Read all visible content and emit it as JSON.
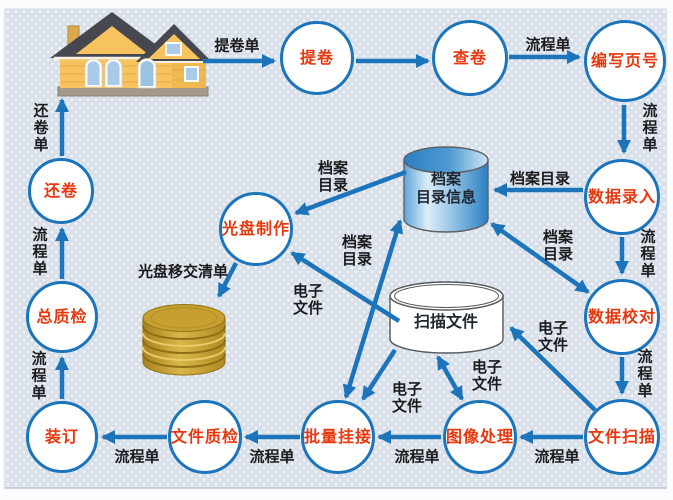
{
  "palette": {
    "panel_bg": "#d9e0e9",
    "dot": "#f3f6fa",
    "line_blue": "#1c75bb",
    "node_text_red": "#e8380f",
    "label_black": "#1b1b1d",
    "catalog_cyl_dark": "#2e85c7",
    "catalog_cyl_light": "#eaf4fb",
    "scanfile_cyl": "#ffffff",
    "cd_gold": "#c79f30",
    "house_wall": "#f7c35e",
    "house_roof": "#47484f"
  },
  "nodes": {
    "tijuan": {
      "label": "提卷"
    },
    "chajuan": {
      "label": "查卷"
    },
    "bianxieyehao": {
      "label": "编写页号"
    },
    "shujuluru": {
      "label": "数据录入"
    },
    "shujujiaodui": {
      "label": "数据校对"
    },
    "wenjiansaomiao": {
      "label": "文件扫描"
    },
    "tuxiangchuli": {
      "label": "图像处理"
    },
    "piliangguajie": {
      "label": "批量挂接"
    },
    "wenjianzhijian": {
      "label": "文件质检"
    },
    "zhuangding": {
      "label": "装订"
    },
    "zongzhijian": {
      "label": "总质检"
    },
    "huanjuan": {
      "label": "还卷"
    },
    "guangpanzhizuo": {
      "label": "光盘制作"
    }
  },
  "stores": {
    "catalog_db": {
      "line1": "档案",
      "line2": "目录信息"
    },
    "scan_files": {
      "label": "扫描文件"
    }
  },
  "edge_labels": {
    "house_tijuan": "提卷单",
    "chajuan_bianxie": "流程单",
    "bianxie_luru": "流程单",
    "luru_catalog": "档案目录",
    "luru_jiaodui": "流程单",
    "catalog_jiaodui": "档案目录",
    "jiaodui_saomiao": "流程单",
    "saomiao_scanfiles": "电子文件",
    "saomiao_tuxiang": "流程单",
    "scanfiles_tuxiang": "电子文件",
    "tuxiang_piliang": "流程单",
    "scanfiles_piliang": "电子文件",
    "catalog_piliang": "档案目录",
    "scanfiles_guangpan": "电子文件",
    "catalog_guangpan": "档案目录",
    "guangpan_cd": "光盘移交清单",
    "piliang_zhijian": "流程单",
    "zhijian_zhuangding": "流程单",
    "zhuangding_zongzhijian": "流程单",
    "zongzhijian_huanjuan": "流程单",
    "huanjuan_house": "还卷单"
  },
  "edges": [
    {
      "from": "archive_house",
      "to": "tijuan",
      "label": "提卷单",
      "bidirectional": false
    },
    {
      "from": "tijuan",
      "to": "chajuan",
      "label": "",
      "bidirectional": false
    },
    {
      "from": "chajuan",
      "to": "bianxieyehao",
      "label": "流程单",
      "bidirectional": false
    },
    {
      "from": "bianxieyehao",
      "to": "shujuluru",
      "label": "流程单",
      "bidirectional": false
    },
    {
      "from": "shujuluru",
      "to": "catalog_db",
      "label": "档案目录",
      "bidirectional": false
    },
    {
      "from": "shujuluru",
      "to": "shujujiaodui",
      "label": "流程单",
      "bidirectional": false
    },
    {
      "from": "catalog_db",
      "to": "shujujiaodui",
      "label": "档案目录",
      "bidirectional": true
    },
    {
      "from": "shujujiaodui",
      "to": "wenjiansaomiao",
      "label": "流程单",
      "bidirectional": false
    },
    {
      "from": "wenjiansaomiao",
      "to": "scan_files",
      "label": "电子文件",
      "bidirectional": false
    },
    {
      "from": "wenjiansaomiao",
      "to": "tuxiangchuli",
      "label": "流程单",
      "bidirectional": false
    },
    {
      "from": "scan_files",
      "to": "tuxiangchuli",
      "label": "电子文件",
      "bidirectional": true
    },
    {
      "from": "tuxiangchuli",
      "to": "piliangguajie",
      "label": "流程单",
      "bidirectional": false
    },
    {
      "from": "scan_files",
      "to": "piliangguajie",
      "label": "电子文件",
      "bidirectional": false
    },
    {
      "from": "catalog_db",
      "to": "piliangguajie",
      "label": "档案目录",
      "bidirectional": true
    },
    {
      "from": "scan_files",
      "to": "guangpanzhizuo",
      "label": "电子文件",
      "bidirectional": false
    },
    {
      "from": "catalog_db",
      "to": "guangpanzhizuo",
      "label": "档案目录",
      "bidirectional": false
    },
    {
      "from": "guangpanzhizuo",
      "to": "cd_stack",
      "label": "光盘移交清单",
      "bidirectional": false
    },
    {
      "from": "piliangguajie",
      "to": "wenjianzhijian",
      "label": "流程单",
      "bidirectional": false
    },
    {
      "from": "wenjianzhijian",
      "to": "zhuangding",
      "label": "流程单",
      "bidirectional": false
    },
    {
      "from": "zhuangding",
      "to": "zongzhijian",
      "label": "流程单",
      "bidirectional": false
    },
    {
      "from": "zongzhijian",
      "to": "huanjuan",
      "label": "流程单",
      "bidirectional": false
    },
    {
      "from": "huanjuan",
      "to": "archive_house",
      "label": "还卷单",
      "bidirectional": false
    }
  ]
}
